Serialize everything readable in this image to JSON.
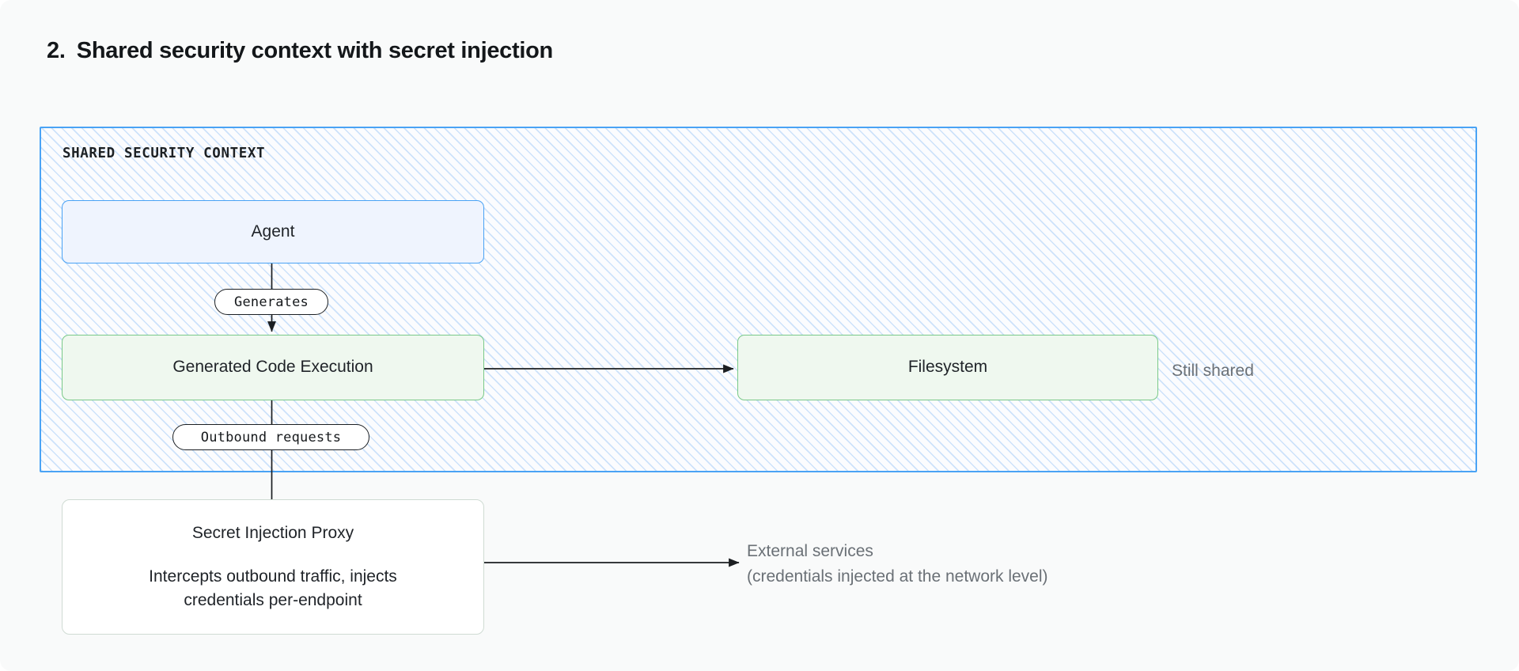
{
  "page": {
    "background_color": "#f9fafa"
  },
  "heading": {
    "number": "2.",
    "text": "Shared security context with secret injection"
  },
  "shared_context": {
    "label": "SHARED SECURITY CONTEXT",
    "border_color": "#4aa3f5",
    "hatch_color": "#74aff4"
  },
  "nodes": {
    "agent": {
      "label": "Agent",
      "fill": "#eff4fe",
      "border": "#4aa3f5"
    },
    "generated_code": {
      "label": "Generated Code Execution",
      "fill": "#eff8ef",
      "border": "#79c988"
    },
    "filesystem": {
      "label": "Filesystem",
      "fill": "#eff8ef",
      "border": "#79c988"
    },
    "proxy": {
      "title": "Secret Injection Proxy",
      "description_line1": "Intercepts outbound traffic, injects",
      "description_line2": "credentials per-endpoint",
      "fill": "#ffffff",
      "border": "#cfdbd3"
    }
  },
  "edge_labels": {
    "generates": "Generates",
    "outbound_requests": "Outbound requests"
  },
  "annotations": {
    "still_shared": "Still shared",
    "external_services_line1": "External services",
    "external_services_line2": "(credentials injected at the network level)",
    "text_color": "#6a7076"
  },
  "edges": [
    {
      "name": "agent-to-generated-code",
      "from": "agent",
      "to": "generated_code",
      "arrow": true
    },
    {
      "name": "generated-code-to-filesystem",
      "from": "generated_code",
      "to": "filesystem",
      "arrow": true
    },
    {
      "name": "generated-code-to-proxy",
      "from": "generated_code",
      "to": "proxy",
      "arrow": false
    },
    {
      "name": "proxy-to-external-services",
      "from": "proxy",
      "to": "external_services",
      "arrow": true
    }
  ]
}
